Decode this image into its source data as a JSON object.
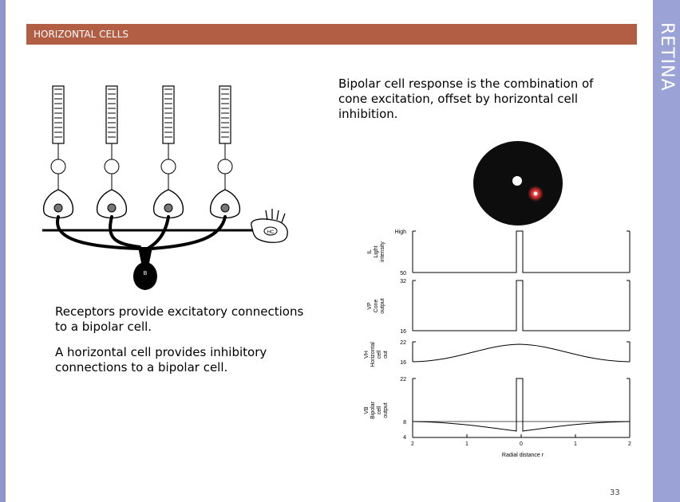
{
  "slide": {
    "header": "HORIZONTAL CELLS",
    "side_title": "RETINA",
    "page_number": "33"
  },
  "texts": {
    "bipolar_response": "Bipolar cell response is the combination of cone excitation, offset by horizontal cell inhibition.",
    "receptors": "Receptors provide excitatory connections to a bipolar cell.",
    "horizontal": "A horizontal cell provides inhibitory connections to a bipolar cell."
  },
  "diagram": {
    "horizontal_cell_label": "HC",
    "bipolar_label": "B"
  },
  "graph": {
    "xlabel": "Radial distance r",
    "xticks": [
      "2",
      "1",
      "0",
      "1",
      "2"
    ],
    "panel_labels": {
      "light": [
        "IL",
        "Light",
        "intensity"
      ],
      "cone": [
        "VP",
        "Cone",
        "output"
      ],
      "horizontal": [
        "VH",
        "Horizontal",
        "cell",
        "out"
      ],
      "bipolar": [
        "VB",
        "Bipolar",
        "cell",
        "output"
      ]
    },
    "yticks": {
      "light_top": "High",
      "light_bottom": "50",
      "cone_top": "32",
      "cone_bottom": "16",
      "horizontal_top": "22",
      "horizontal_bottom": "16",
      "bipolar_top": "22",
      "bipolar_mid": "8",
      "bipolar_bottom": "4"
    }
  }
}
